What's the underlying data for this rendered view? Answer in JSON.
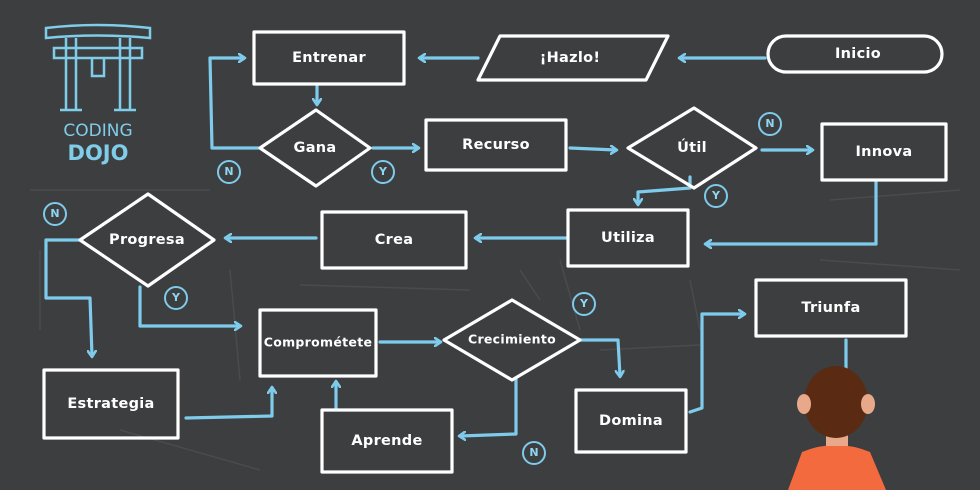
{
  "logo": {
    "line1": "CODING",
    "line2": "DOJO"
  },
  "nodes": {
    "inicio": "Inicio",
    "hazlo": "¡Hazlo!",
    "entrenar": "Entrenar",
    "gana": "Gana",
    "recurso": "Recurso",
    "util": "Útil",
    "innova": "Innova",
    "utiliza": "Utiliza",
    "crea": "Crea",
    "progresa": "Progresa",
    "estrategia": "Estrategia",
    "comprometete": "Comprométete",
    "crecimiento": "Crecimiento",
    "aprende": "Aprende",
    "domina": "Domina",
    "triunfa": "Triunfa"
  },
  "edge_labels": {
    "gana_no": "N",
    "gana_yes": "Y",
    "util_no": "N",
    "util_yes": "Y",
    "progresa_no": "N",
    "progresa_yes": "Y",
    "crecimiento_yes": "Y",
    "crecimiento_no": "N"
  },
  "colors": {
    "background": "#3d3e40",
    "shape_stroke": "#ffffff",
    "arrow": "#7ecbec",
    "person_shirt": "#f26a3d",
    "person_hair": "#5a2a12"
  }
}
